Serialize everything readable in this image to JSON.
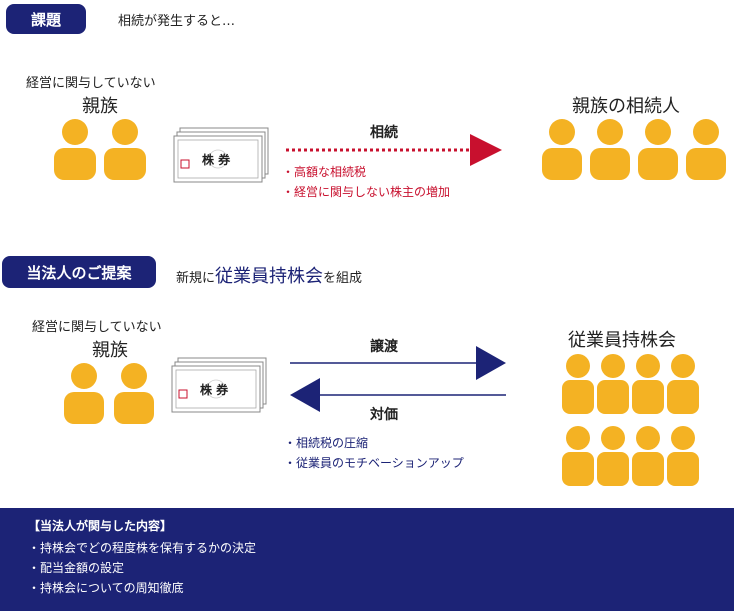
{
  "section1": {
    "badge": "課題",
    "heading": "相続が発生すると…",
    "left_caption_line1": "経営に関与していない",
    "left_caption_line2": "親族",
    "arrow_label": "相続",
    "right_caption": "親族の相続人",
    "notes": [
      "・高額な相続税",
      "・経営に関与しない株主の増加"
    ]
  },
  "section2": {
    "badge": "当法人のご提案",
    "heading_prefix": "新規に",
    "heading_highlight": "従業員持株会",
    "heading_suffix": "を組成",
    "left_caption_line1": "経営に関与していない",
    "left_caption_line2": "親族",
    "arrow_top_label": "譲渡",
    "arrow_bottom_label": "対価",
    "right_caption": "従業員持株会",
    "notes": [
      "・相続税の圧縮",
      "・従業員のモチベーションアップ"
    ]
  },
  "certificate": {
    "text": "株 券"
  },
  "footer": {
    "title": "【当法人が関与した内容】",
    "items": [
      "・持株会でどの程度株を保有するかの決定",
      "・配当金額の設定",
      "・持株会についての周知徹底"
    ]
  },
  "colors": {
    "navy": "#1c2376",
    "red": "#c8102e",
    "person": "#f4b223"
  }
}
